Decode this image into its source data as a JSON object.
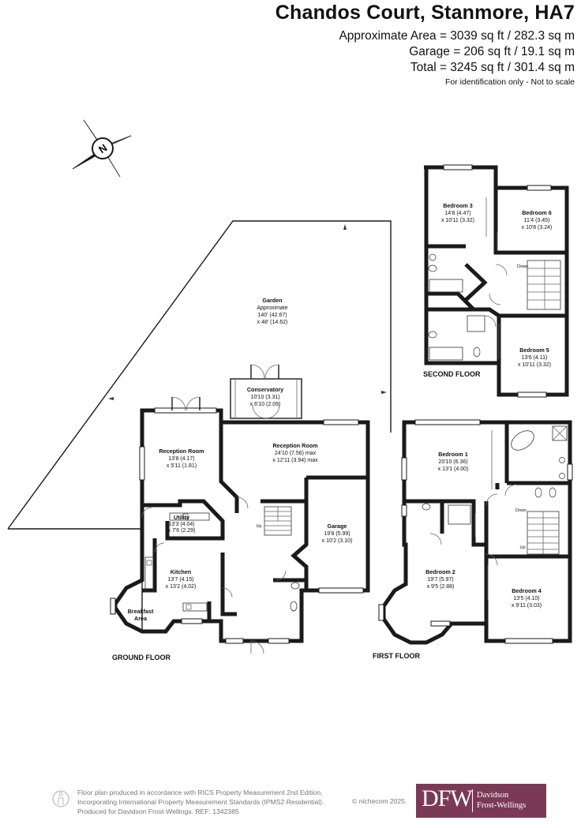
{
  "header": {
    "title": "Chandos Court, Stanmore, HA7",
    "approx_area": "Approximate Area = 3039 sq ft / 282.3 sq m",
    "garage_area": "Garage = 206 sq ft / 19.1 sq m",
    "total_area": "Total = 3245 sq ft / 301.4 sq m",
    "disclaimer": "For identification only - Not to scale"
  },
  "compass": {
    "letter": "N",
    "icon": "compass-rose-icon"
  },
  "floors": {
    "ground": "GROUND FLOOR",
    "first": "FIRST FLOOR",
    "second": "SECOND FLOOR"
  },
  "rooms": {
    "garden": {
      "name": "Garden",
      "line1": "Approximate",
      "line2": "140' (42.67)",
      "line3": "x 48' (14.62)"
    },
    "conservatory": {
      "name": "Conservatory",
      "line1": "10'10 (3.31)",
      "line2": "x 6'10 (2.09)"
    },
    "reception_left": {
      "name": "Reception Room",
      "line1": "13'8 (4.17)",
      "line2": "x 5'11 (1.81)"
    },
    "reception_main": {
      "name": "Reception Room",
      "line1": "24'10 (7.56) max",
      "line2": "x 12'11 (3.94) max"
    },
    "utility": {
      "name": "Utility",
      "line1": "13'3 (4.04)",
      "line2": "x 7'6 (2.29)"
    },
    "kitchen": {
      "name": "Kitchen",
      "line1": "13'7 (4.15)",
      "line2": "x 13'2 (4.02)"
    },
    "breakfast": {
      "name": "Breakfast",
      "line1": "Area"
    },
    "garage": {
      "name": "Garage",
      "line1": "19'8 (5.99)",
      "line2": "x 10'2 (3.10)"
    },
    "bedroom1": {
      "name": "Bedroom 1",
      "line1": "20'10 (6.36)",
      "line2": "x 13'1 (4.00)"
    },
    "bedroom2": {
      "name": "Bedroom 2",
      "line1": "19'7 (5.97)",
      "line2": "x 9'5 (2.88)"
    },
    "bedroom3": {
      "name": "Bedroom 3",
      "line1": "14'8 (4.47)",
      "line2": "x 10'11 (3.32)"
    },
    "bedroom4": {
      "name": "Bedroom 4",
      "line1": "13'5 (4.10)",
      "line2": "x 9'11 (3.03)"
    },
    "bedroom5": {
      "name": "Bedroom 5",
      "line1": "13'6 (4.11)",
      "line2": "x 10'11 (3.32)"
    },
    "bedroom6": {
      "name": "Bedroom 6",
      "line1": "11'4 (3.45)",
      "line2": "x 10'8 (3.24)"
    }
  },
  "stairs": {
    "up": "Up",
    "down": "Down"
  },
  "footer": {
    "line1": "Floor plan produced in accordance with RICS Property Measurement 2nd Edition,",
    "line2": "Incorporating International Property Measurement Standards (IPMS2 Residential).",
    "line3": "Produced for Davidson Frost-Wellings.   REF:  1342385",
    "credit": "© nichecom 2025.",
    "brand_mark": "DFW",
    "brand_name1": "Davidson",
    "brand_name2": "Frost-Wellings"
  }
}
